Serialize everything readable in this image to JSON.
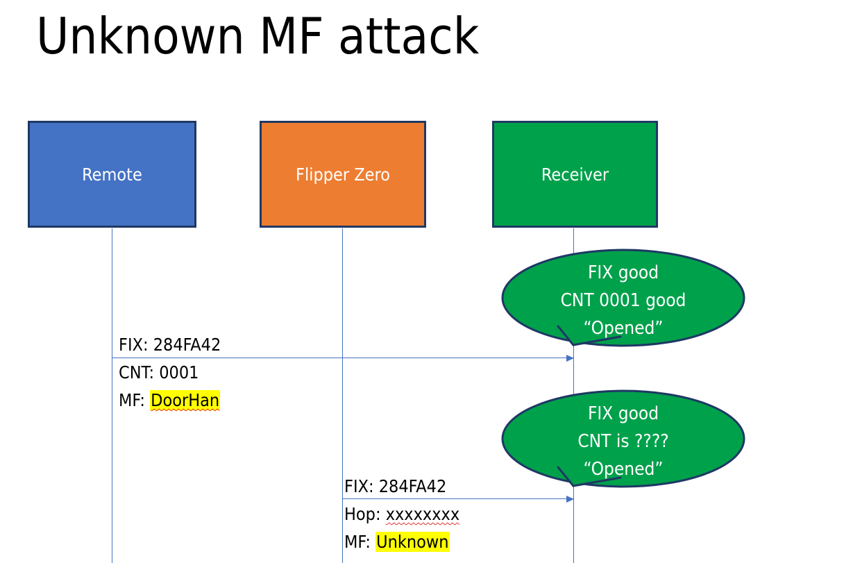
{
  "slide": {
    "title": "Unknown MF attack"
  },
  "actors": [
    {
      "id": "remote",
      "label": "Remote",
      "color": "#4472C4"
    },
    {
      "id": "flipper",
      "label": "Flipper Zero",
      "color": "#ED7D31"
    },
    {
      "id": "receiver",
      "label": "Receiver",
      "color": "#00A14B"
    }
  ],
  "messages": [
    {
      "id": "msg1",
      "from": "remote",
      "to": "receiver",
      "lines": [
        {
          "prefix": "FIX: ",
          "value": "284FA42",
          "highlight": false,
          "spellerror": false
        },
        {
          "prefix": "CNT: ",
          "value": "0001",
          "highlight": false,
          "spellerror": false
        },
        {
          "prefix": "MF: ",
          "value": "DoorHan",
          "highlight": true,
          "spellerror": true
        }
      ]
    },
    {
      "id": "msg2",
      "from": "flipper",
      "to": "receiver",
      "lines": [
        {
          "prefix": "FIX: ",
          "value": "284FA42",
          "highlight": false,
          "spellerror": false
        },
        {
          "prefix": "Hop: ",
          "value": "xxxxxxxx",
          "highlight": false,
          "spellerror": true
        },
        {
          "prefix": "MF: ",
          "value": "Unknown",
          "highlight": true,
          "spellerror": false
        }
      ]
    }
  ],
  "bubbles": [
    {
      "id": "bubble1",
      "line1": "FIX good",
      "line2": "CNT 0001 good",
      "line3": "“Opened”",
      "fill": "#00A14B",
      "stroke": "#1F3864"
    },
    {
      "id": "bubble2",
      "line1": "FIX good",
      "line2": "CNT is ????",
      "line3": "“Opened”",
      "fill": "#00A14B",
      "stroke": "#1F3864"
    }
  ],
  "colors": {
    "remote_blue": "#4472C4",
    "flipper_orange": "#ED7D31",
    "receiver_green": "#00A14B",
    "box_border": "#1F3864",
    "lifeline": "#4472C4",
    "highlight_yellow": "#FFFF00",
    "spellcheck_red": "#E03030",
    "text_black": "#000000",
    "text_white": "#FFFFFF"
  }
}
